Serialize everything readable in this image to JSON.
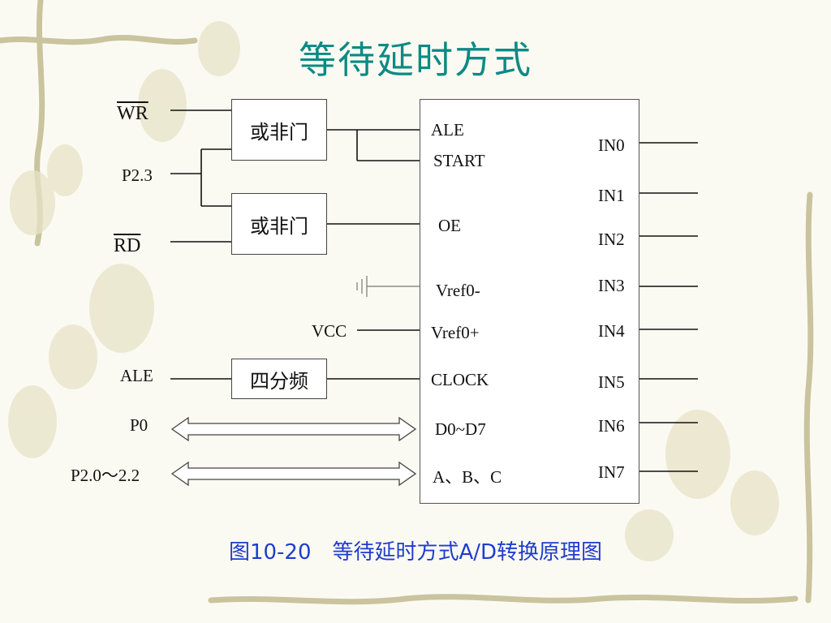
{
  "title": "等待延时方式",
  "caption": "图10-20　等待延时方式A/D转换原理图",
  "gates": {
    "gate1": "或非门",
    "gate2": "或非门",
    "divider": "四分频"
  },
  "left_labels": {
    "wr": "WR",
    "p23": "P2.3",
    "rd": "RD",
    "vcc": "VCC",
    "ale": "ALE",
    "p0": "P0",
    "p2": "P2.0～2.2"
  },
  "chip_pins_left": {
    "ale": "ALE",
    "start": "START",
    "oe": "OE",
    "vref_minus": "Vref0-",
    "vref_plus": "Vref0+",
    "clock": "CLOCK",
    "data": "D0~D7",
    "addr": "A、B、C"
  },
  "chip_pins_right": [
    "IN0",
    "IN1",
    "IN2",
    "IN3",
    "IN4",
    "IN5",
    "IN6",
    "IN7"
  ],
  "colors": {
    "title": "#0a8a84",
    "caption": "#1f3ccf",
    "vine": "#bfb991",
    "wire": "#111111"
  }
}
